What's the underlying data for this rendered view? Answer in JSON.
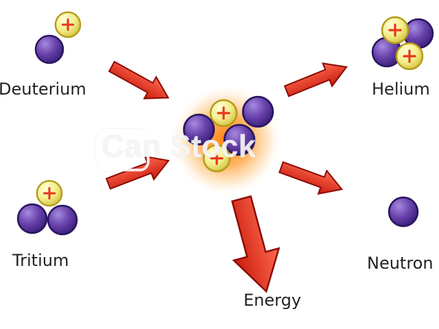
{
  "labels": {
    "deuterium": "Deuterium",
    "tritium": "Tritium",
    "helium": "Helium",
    "neutron": "Neutron",
    "energy": "Energy"
  },
  "watermark": {
    "text": "Can Stock"
  },
  "colors": {
    "neutron": "#6a43ad",
    "proton": "#f4ef8c",
    "plus": "#e8361c",
    "arrow": "#e2281a",
    "glow": "#ff8a1a"
  },
  "icons": {
    "plus": "plus-sign-icon"
  }
}
